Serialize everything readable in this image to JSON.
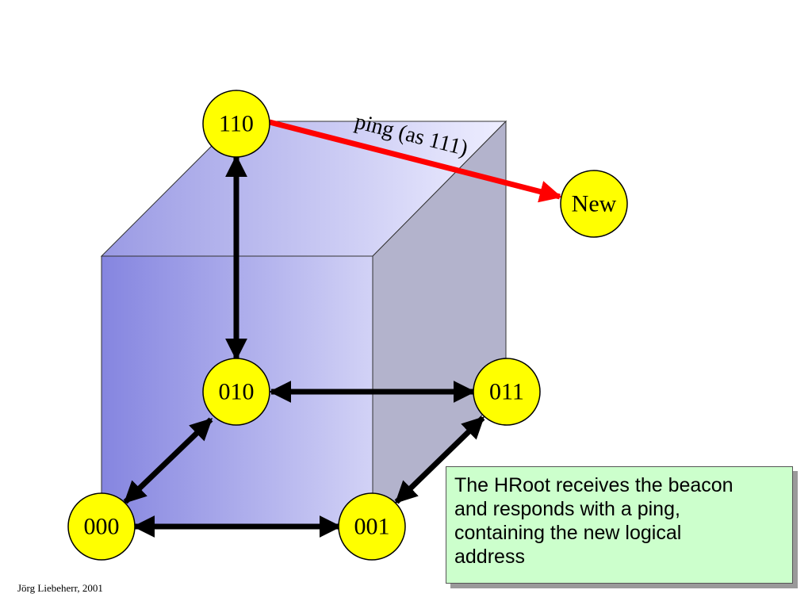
{
  "nodes": {
    "n110": "110",
    "n010": "010",
    "n011": "011",
    "n000": "000",
    "n001": "001",
    "new": "New"
  },
  "ping_label": "ping (as 111)",
  "callout": {
    "lines": [
      "The HRoot receives the beacon",
      "and responds with a ping,",
      "containing the new logical",
      "address"
    ]
  },
  "footer": "Jörg Liebeherr, 2001",
  "colors": {
    "node_fill": "#ffff00",
    "ping_arrow": "#ff0000",
    "callout_bg": "#ccffcc"
  }
}
